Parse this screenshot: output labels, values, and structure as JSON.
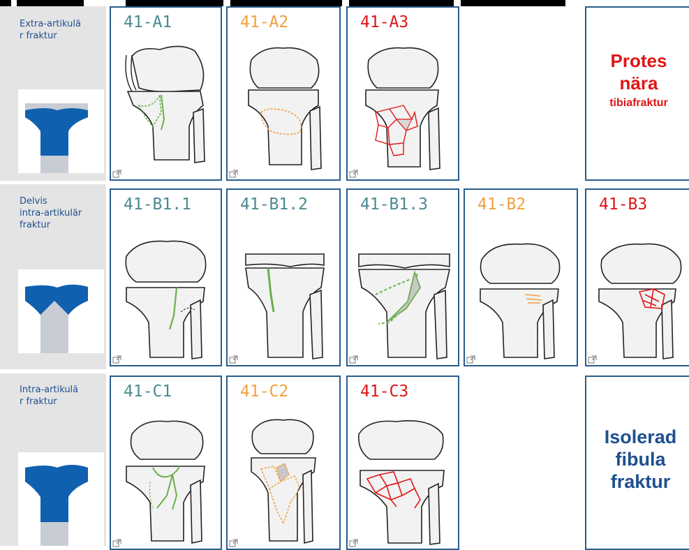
{
  "rows": [
    {
      "label": "Extra-artikulär fraktur",
      "label_lines": [
        "Extra-artikulä",
        "r fraktur"
      ],
      "cards": [
        {
          "code": "41-A1",
          "color": "#4a8a92"
        },
        {
          "code": "41-A2",
          "color": "#f0a040"
        },
        {
          "code": "41-A3",
          "color": "#e01515"
        }
      ],
      "side_text_lines": [
        "Protes",
        "nära",
        "tibiafraktur"
      ],
      "side_text_color": "#e01515"
    },
    {
      "label_lines": [
        "Delvis",
        "intra-artikulär",
        "fraktur"
      ],
      "cards": [
        {
          "code": "41-B1.1",
          "color": "#4a8a92"
        },
        {
          "code": "41-B1.2",
          "color": "#4a8a92"
        },
        {
          "code": "41-B1.3",
          "color": "#4a8a92"
        },
        {
          "code": "41-B2",
          "color": "#f0a040"
        },
        {
          "code": "41-B3",
          "color": "#e01515"
        }
      ]
    },
    {
      "label_lines": [
        "Intra-artikulä",
        "r fraktur"
      ],
      "cards": [
        {
          "code": "41-C1",
          "color": "#4a8a92"
        },
        {
          "code": "41-C2",
          "color": "#f0a040"
        },
        {
          "code": "41-C3",
          "color": "#e01515"
        }
      ],
      "side_text_lines": [
        "Isolerad",
        "fibula",
        "fraktur"
      ],
      "side_text_color": "#1f4f8f"
    }
  ],
  "colors": {
    "border": "#2a5d8c",
    "icon_blue": "#1060b0",
    "icon_grey": "#c8ccd4",
    "label_blue": "#1f4f8f",
    "fracture_green": "#6ab04c",
    "fracture_orange": "#f0a040",
    "fracture_red": "#e01515"
  }
}
